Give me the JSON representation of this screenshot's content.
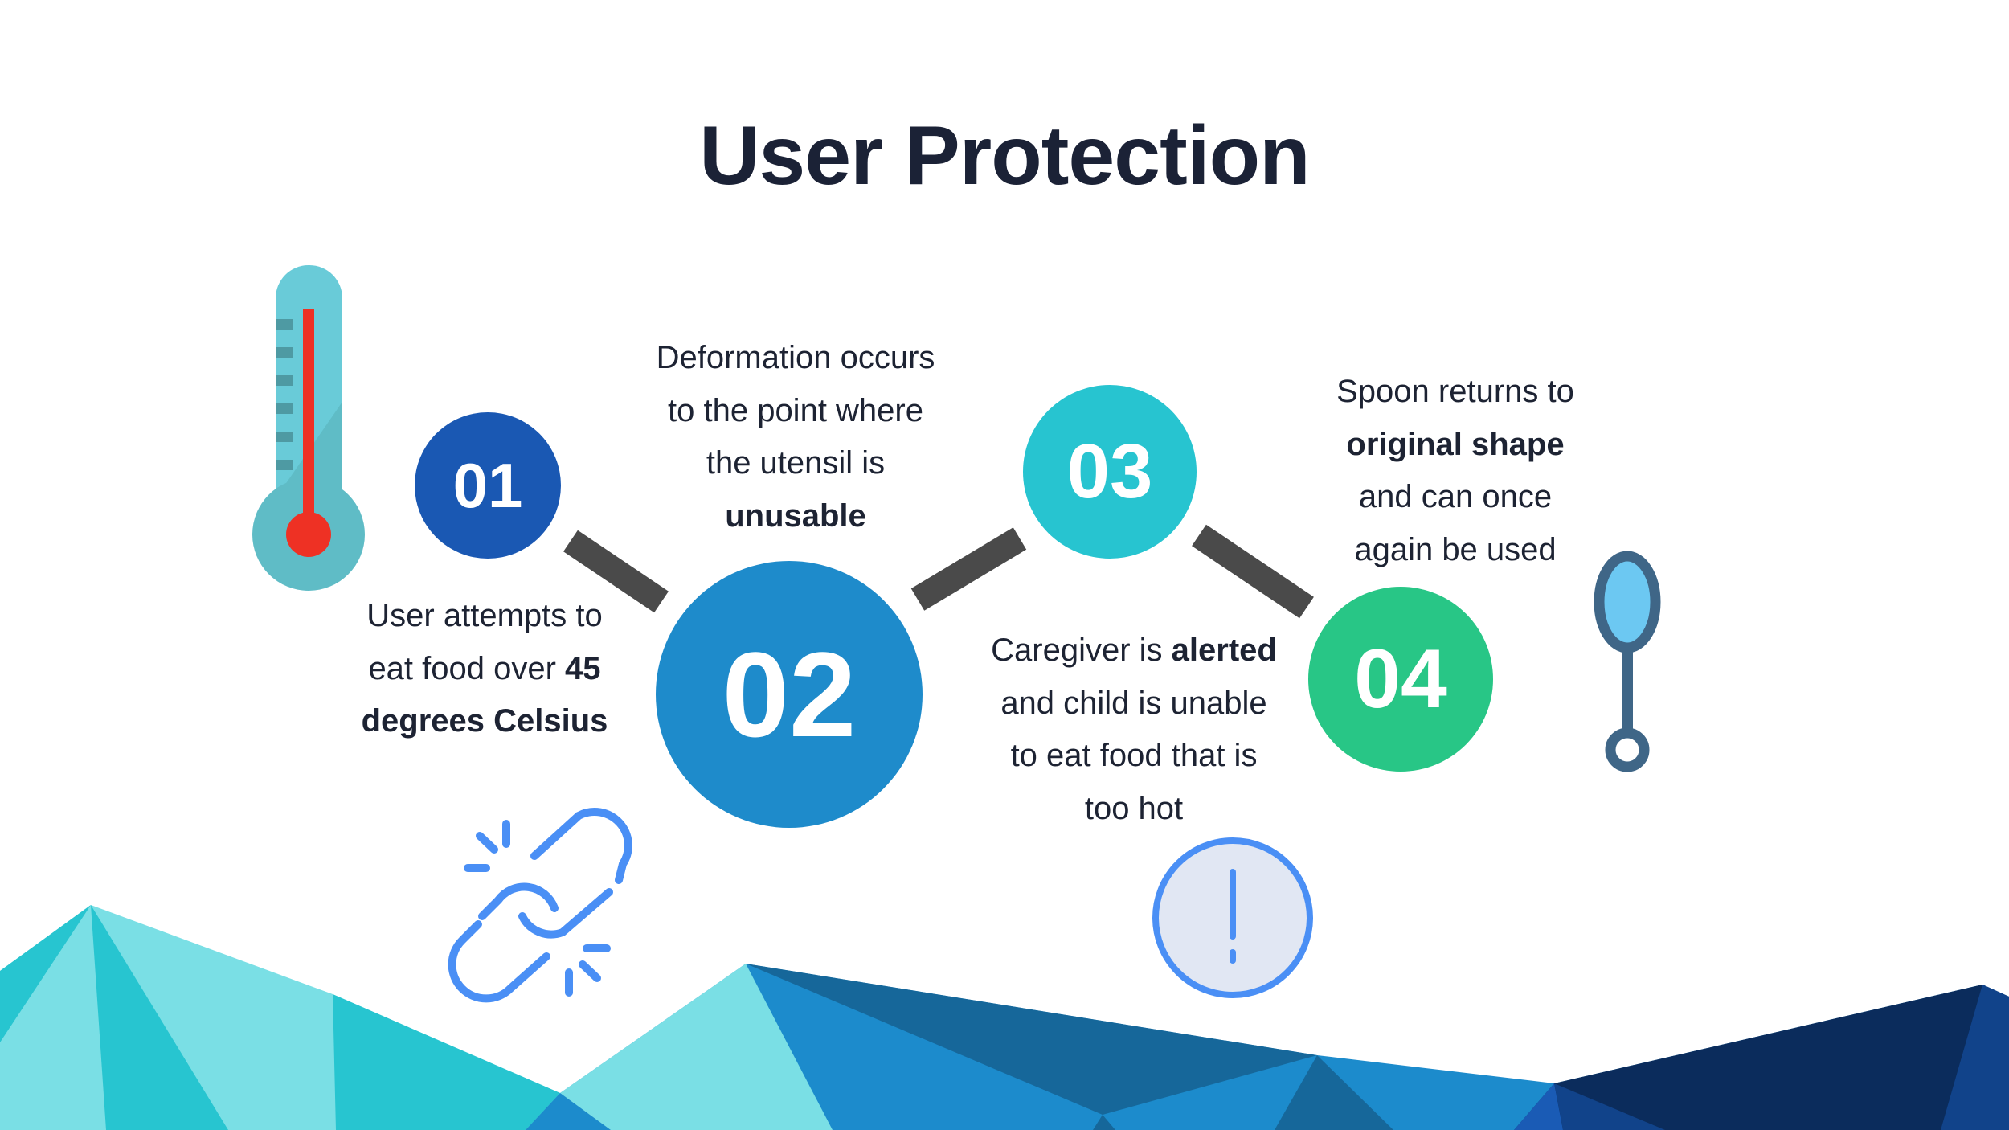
{
  "title": "User Protection",
  "steps": [
    {
      "number": "01",
      "color": "#1a58b3",
      "text": [
        "User attempts to",
        "eat food over ",
        "45",
        "degrees Celsius"
      ]
    },
    {
      "number": "02",
      "color": "#1e8bcb",
      "text": [
        "Deformation occurs",
        "to the point where",
        "the utensil is",
        "unusable"
      ]
    },
    {
      "number": "03",
      "color": "#27c4d0",
      "text": [
        "Caregiver is ",
        "alerted",
        "and child is unable",
        "to eat food that is",
        "too hot"
      ]
    },
    {
      "number": "04",
      "color": "#28c686",
      "text": [
        "Spoon returns to",
        "original shape",
        "and can once",
        "again be used"
      ]
    }
  ],
  "icons": [
    "thermometer-icon",
    "broken-link-icon",
    "alert-icon",
    "spoon-icon"
  ]
}
